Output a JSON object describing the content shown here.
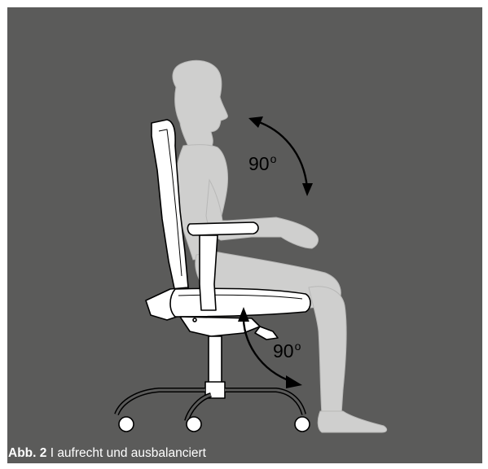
{
  "colors": {
    "background": "#5b5b5a",
    "figure": "#cfcfce",
    "chair_frame": "#ffffff",
    "outline": "#000000",
    "caption_text": "#ffffff"
  },
  "annotations": {
    "neck_angle": {
      "value": "90",
      "unit": "o"
    },
    "knee_angle": {
      "value": "90",
      "unit": "o"
    }
  },
  "caption": {
    "label": "Abb. 2",
    "separator": "I",
    "text": "aufrecht und ausbalanciert"
  }
}
